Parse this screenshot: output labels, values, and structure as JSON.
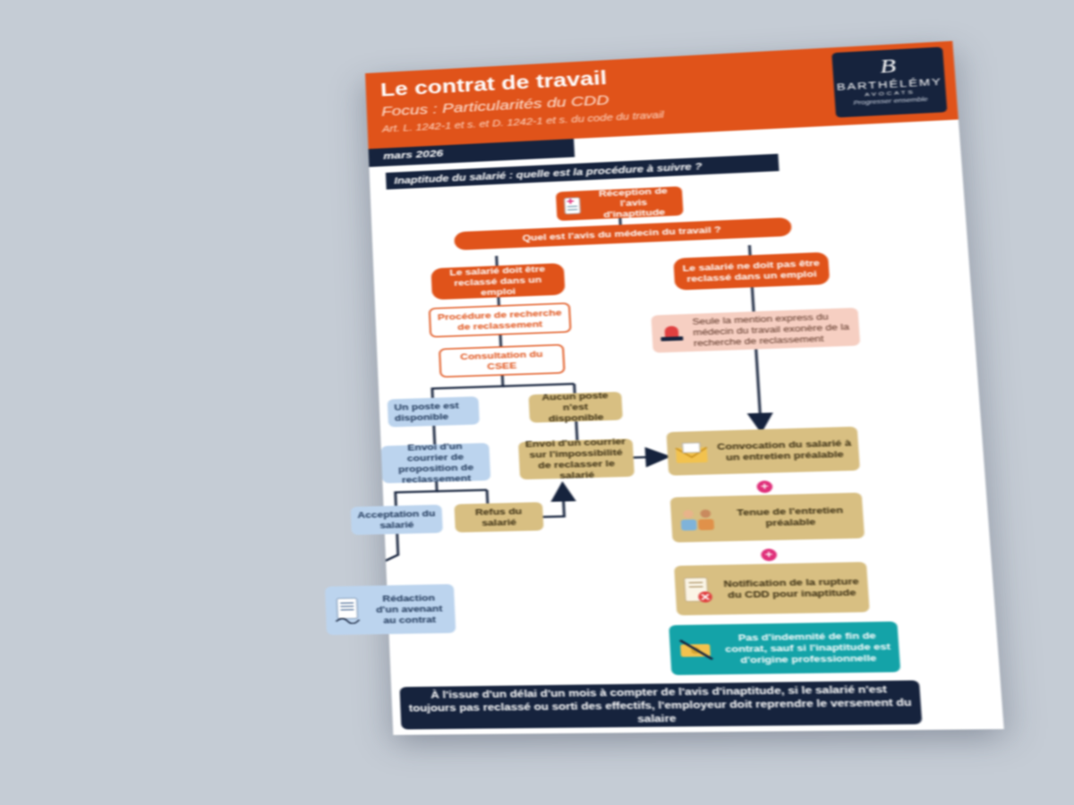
{
  "header": {
    "title": "Le contrat de travail",
    "subtitle": "Focus : Particularités du CDD",
    "reference": "Art. L. 1242-1 et s. et D. 1242-1 et s. du code du travail",
    "date": "mars 2026"
  },
  "logo": {
    "mark": "B",
    "name": "BARTHÉLÉMY",
    "sub": "AVOCATS",
    "tagline": "Progresser ensemble",
    "icon": "stylized-b-logo"
  },
  "question": "Inaptitude du salarié : quelle est la procédure à suivre ?",
  "flow": {
    "reception": "Réception de l'avis d'inaptitude",
    "avis_question": "Quel est l'avis du médecin du travail ?",
    "doit_reclasse": "Le salarié doit être reclassé dans un emploi",
    "ne_doit_pas": "Le salarié ne doit pas être reclassé dans un emploi",
    "procedure": "Procédure de recherche de reclassement",
    "consultation": "Consultation du CSEE",
    "mention": "Seule la mention express du médecin du travail exonère de la recherche de reclassement",
    "poste_dispo": "Un poste est disponible",
    "aucun_poste": "Aucun poste n'est disponible",
    "envoi_proposition": "Envoi d'un courrier de proposition de reclassement",
    "envoi_impossibilite": "Envoi d'un courrier sur l'impossibilité de reclasser le salarié",
    "convocation": "Convocation du salarié à un entretien préalable",
    "acceptation": "Acceptation du salarié",
    "refus": "Refus du salarié",
    "tenue": "Tenue de l'entretien préalable",
    "notification": "Notification de la rupture du CDD pour inaptitude",
    "redaction": "Rédaction d'un avenant au contrat",
    "indemnite": "Pas d'indemnité de fin de contrat, sauf si l'inaptitude est d'origine professionnelle",
    "plus": "+"
  },
  "footer_note": "À l'issue d'un délai d'un mois à compter de l'avis d'inaptitude, si le salarié n'est toujours pas reclassé ou sorti des effectifs, l'employeur doit reprendre le versement du salaire",
  "colors": {
    "orange": "#e0531a",
    "navy": "#16233d",
    "blue": "#bcd4ee",
    "gold": "#d8bf82",
    "teal": "#14a3a8",
    "pink": "#f6cfc2",
    "magenta": "#e0307a"
  }
}
